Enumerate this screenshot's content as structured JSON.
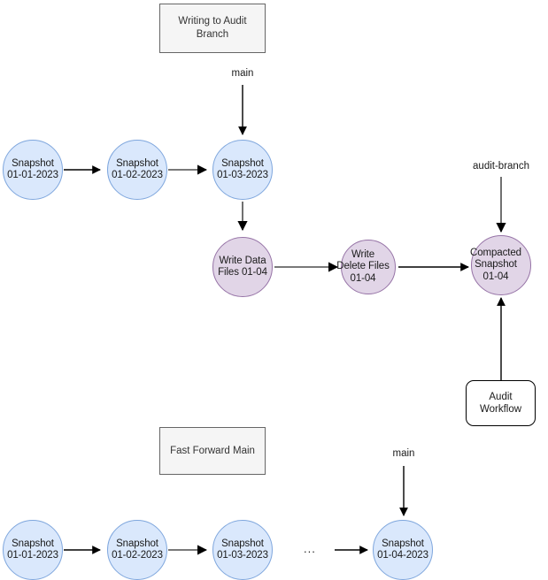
{
  "diagram": {
    "title_boxes": [
      {
        "id": "writing-to-audit-branch",
        "label": "Writing to Audit\nBranch"
      },
      {
        "id": "fast-forward-main",
        "label": "Fast Forward Main"
      }
    ],
    "branch_labels": [
      {
        "id": "main-top",
        "label": "main"
      },
      {
        "id": "audit-branch",
        "label": "audit-branch"
      },
      {
        "id": "main-bottom",
        "label": "main"
      }
    ],
    "nodes": [
      {
        "id": "snapshot-01-01-2023-top",
        "label": "Snapshot\n01-01-2023",
        "type": "snapshot",
        "color": "blue"
      },
      {
        "id": "snapshot-01-02-2023-top",
        "label": "Snapshot\n01-02-2023",
        "type": "snapshot",
        "color": "blue"
      },
      {
        "id": "snapshot-01-03-2023-top",
        "label": "Snapshot\n01-03-2023",
        "type": "snapshot",
        "color": "blue"
      },
      {
        "id": "write-data-files-01-04",
        "label": "Write Data\nFiles 01-04",
        "type": "operation",
        "color": "purple"
      },
      {
        "id": "write-delete-files-01-04",
        "label": "Write\nDelete Files\n01-04",
        "type": "operation",
        "color": "purple"
      },
      {
        "id": "compacted-snapshot-01-04",
        "label": "Compacted\nSnapshot\n01-04",
        "type": "operation",
        "color": "purple"
      },
      {
        "id": "snapshot-01-01-2023-bottom",
        "label": "Snapshot\n01-01-2023",
        "type": "snapshot",
        "color": "blue"
      },
      {
        "id": "snapshot-01-02-2023-bottom",
        "label": "Snapshot\n01-02-2023",
        "type": "snapshot",
        "color": "blue"
      },
      {
        "id": "snapshot-01-03-2023-bottom",
        "label": "Snapshot\n01-03-2023",
        "type": "snapshot",
        "color": "blue"
      },
      {
        "id": "snapshot-01-04-2023-bottom",
        "label": "Snapshot\n01-04-2023",
        "type": "snapshot",
        "color": "blue"
      }
    ],
    "process_box": {
      "id": "audit-workflow",
      "label": "Audit\nWorkflow"
    },
    "ellipsis": "...",
    "colors": {
      "snapshot_fill": "#dae8fc",
      "snapshot_stroke": "#7ea6dd",
      "operation_fill": "#e1d5e7",
      "operation_stroke": "#9673a6",
      "title_box_fill": "#f5f5f5",
      "title_box_stroke": "#666666",
      "process_box_fill": "#ffffff",
      "process_box_stroke": "#000000",
      "edge_stroke": "#000000",
      "text": "#1a1a1a"
    }
  }
}
